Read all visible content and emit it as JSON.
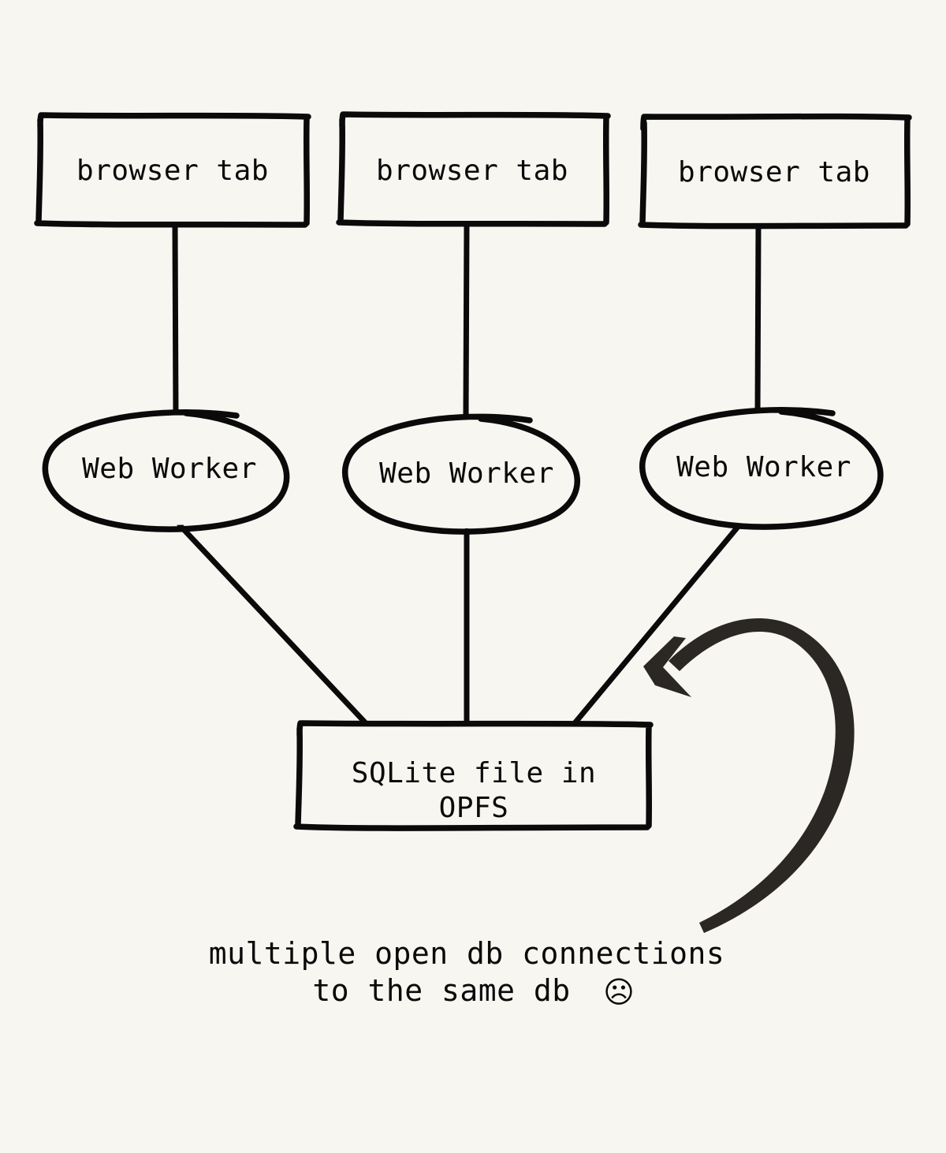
{
  "page": {
    "background_color": "#f7f6f1",
    "ink_color": "#0a0a0a",
    "arrow_color": "#2b2724",
    "style": "hand-drawn-sketch"
  },
  "diagram": {
    "type": "architecture-flow",
    "title_text": "",
    "tabs": [
      {
        "id": "tab-1",
        "label": "browser tab"
      },
      {
        "id": "tab-2",
        "label": "browser tab"
      },
      {
        "id": "tab-3",
        "label": "browser tab"
      }
    ],
    "workers": [
      {
        "id": "worker-1",
        "label": "Web Worker"
      },
      {
        "id": "worker-2",
        "label": "Web Worker"
      },
      {
        "id": "worker-3",
        "label": "Web Worker"
      }
    ],
    "storage": {
      "id": "sqlite-opfs",
      "label_line1": "SQLite file in",
      "label_line2": "OPFS"
    },
    "annotation": {
      "line1": "multiple open db connections",
      "line2": "to the same db",
      "emoji": "☹"
    },
    "connections": [
      {
        "from": "tab-1",
        "to": "worker-1"
      },
      {
        "from": "tab-2",
        "to": "worker-2"
      },
      {
        "from": "tab-3",
        "to": "worker-3"
      },
      {
        "from": "worker-1",
        "to": "sqlite-opfs"
      },
      {
        "from": "worker-2",
        "to": "sqlite-opfs"
      },
      {
        "from": "worker-3",
        "to": "sqlite-opfs"
      },
      {
        "from": "annotation",
        "to": "worker-3-link"
      }
    ]
  }
}
